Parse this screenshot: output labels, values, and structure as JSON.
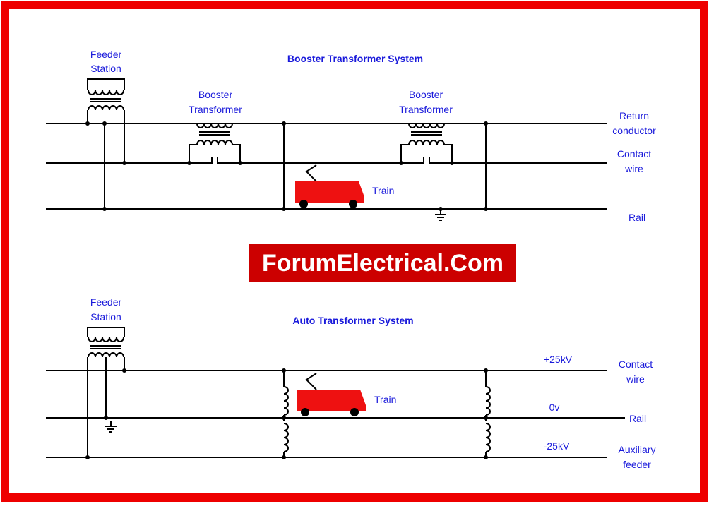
{
  "watermark": {
    "text": "ForumElectrical.Com"
  },
  "booster_system": {
    "title": "Booster Transformer System",
    "feeder_station": [
      "Feeder",
      "Station"
    ],
    "booster_transformer_1": [
      "Booster",
      "Transformer"
    ],
    "booster_transformer_2": [
      "Booster",
      "Transformer"
    ],
    "train": "Train",
    "return_conductor": [
      "Return",
      "conductor"
    ],
    "contact_wire": [
      "Contact",
      "wire"
    ],
    "rail": "Rail"
  },
  "auto_system": {
    "title": "Auto Transformer System",
    "feeder_station": [
      "Feeder",
      "Station"
    ],
    "train": "Train",
    "contact_wire": [
      "Contact",
      "wire"
    ],
    "rail": "Rail",
    "auxiliary_feeder": [
      "Auxiliary",
      "feeder"
    ],
    "voltage_pos": "+25kV",
    "voltage_zero": "0v",
    "voltage_neg": "-25kV"
  },
  "colors": {
    "frame": "#ee0000",
    "text": "#1a1adb",
    "train": "#ee1111",
    "banner": "#cc0000"
  }
}
